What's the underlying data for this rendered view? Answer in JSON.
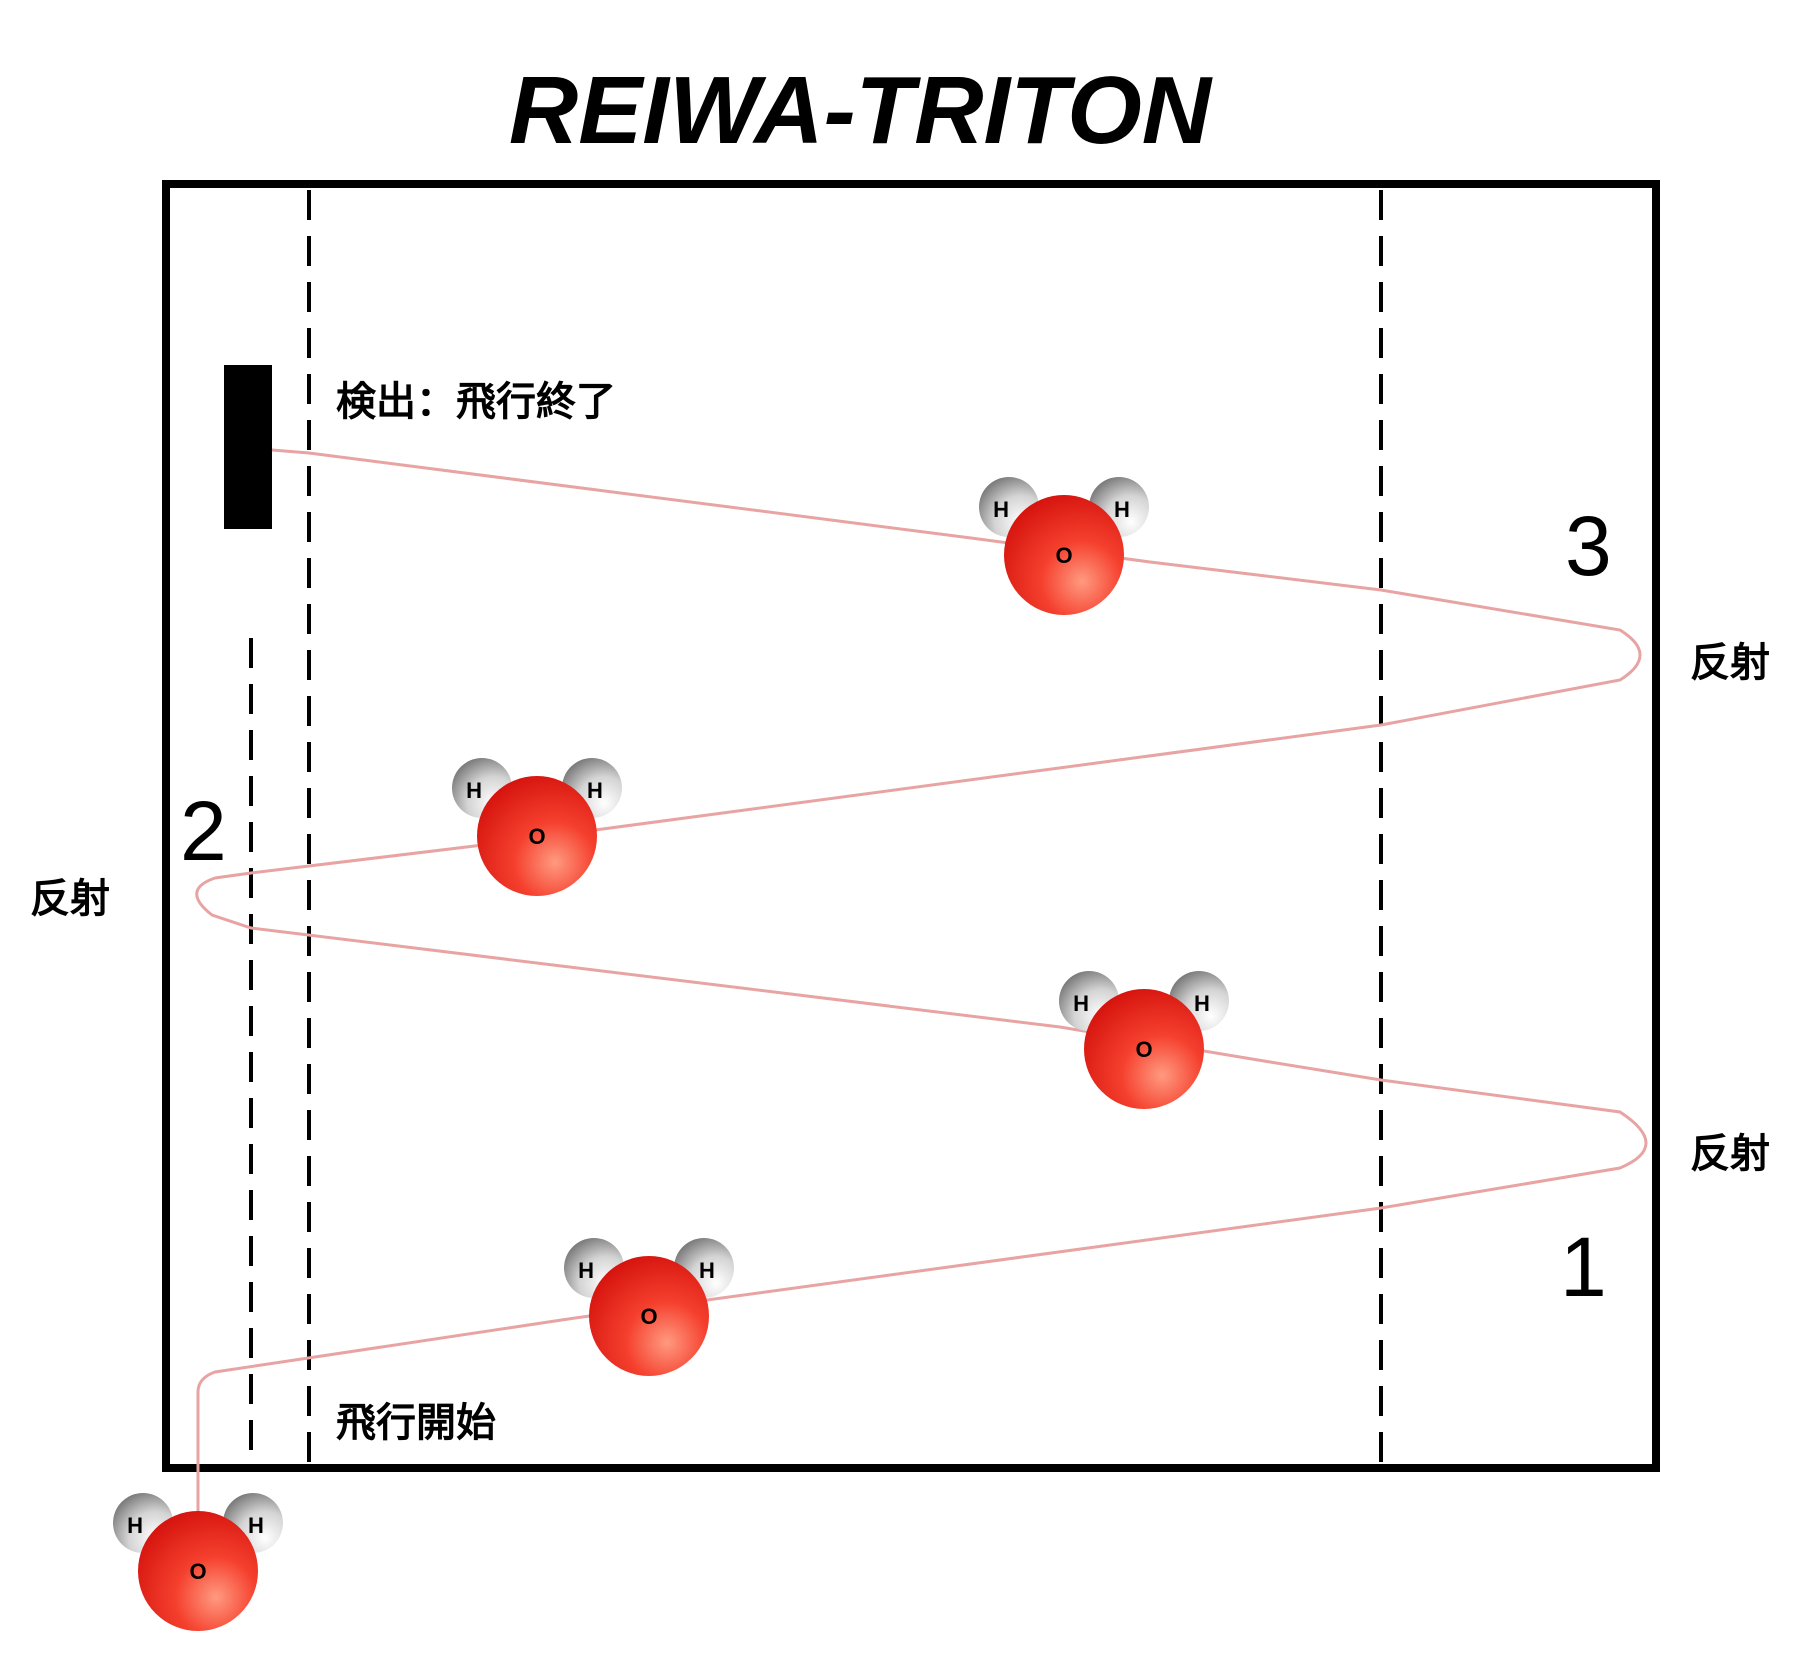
{
  "title": "REIWA-TRITON",
  "labels": {
    "detect": "検出：飛行終了",
    "start": "飛行開始",
    "reflect_left": "反射",
    "reflect_right_upper": "反射",
    "reflect_right_lower": "反射",
    "num1": "1",
    "num2": "2",
    "num3": "3"
  },
  "molecule": {
    "oxygen": "O",
    "hydrogen_left": "H",
    "hydrogen_right": "H"
  },
  "colors": {
    "frame": "#000000",
    "path": "#e8a3a3",
    "oxygen": "#e8211d",
    "hydrogen": "#b5b5b5"
  }
}
